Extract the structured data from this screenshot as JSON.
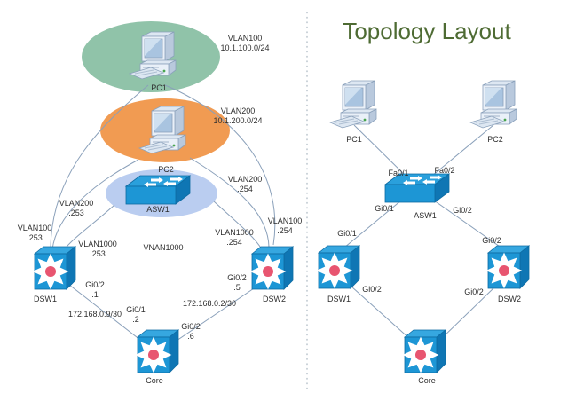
{
  "title": "Topology Layout",
  "colors": {
    "title_text": "#4e6b33",
    "vlan100_zone": "#90c3a9",
    "vlan200_zone": "#f19b52",
    "asw_zone": "#bacdf0",
    "link_line": "#8aa0ba",
    "switch_front": "#1d96d5",
    "switch_top": "#36a7e0",
    "switch_side": "#0f76b4",
    "switch_hub_dot": "#e85570",
    "pc_body": "#e9f0f8",
    "pc_screen": "#a9c4e0"
  },
  "left": {
    "vlan100_subnet": "VLAN100\n10.1.100.0/24",
    "pc1": "PC1",
    "vlan200_subnet": "VLAN200\n10.1.200.0/24",
    "pc2": "PC2",
    "asw1": "ASW1",
    "vlan200_253": "VLAN200\n.253",
    "vlan100_253": "VLAN100\n.253",
    "vlan1000_253": "VLAN1000\n.253",
    "vnan1000": "VNAN1000",
    "vlan200_254": "VLAN200\n.254",
    "vlan100_254": "VLAN100\n.254",
    "vlan1000_254": "VLAN1000\n.254",
    "dsw1": "DSW1",
    "dsw1_gi02_dot1": "Gi0/2\n.1",
    "dsw1_core_ip": "172.168.0.9/30",
    "core_gi01_dot2": "Gi0/1\n.2",
    "dsw2_core_ip": "172.168.0.2/30",
    "dsw2_gi02_dot5": "Gi0/2\n.5",
    "core_gi02_dot6": "Gi0/2\n.6",
    "dsw2": "DSW2",
    "core": "Core"
  },
  "right": {
    "pc1": "PC1",
    "pc2": "PC2",
    "fa01": "Fa0/1",
    "fa02": "Fa0/2",
    "asw1_gi01": "Gi0/1",
    "asw1_gi02": "Gi0/2",
    "asw1": "ASW1",
    "dsw1_gi01": "Gi0/1",
    "dsw2_gi02_top": "Gi0/2",
    "dsw1_gi02": "Gi0/2",
    "dsw2_gi02_bot": "Gi0/2",
    "dsw1": "DSW1",
    "dsw2": "DSW2",
    "core": "Core"
  }
}
